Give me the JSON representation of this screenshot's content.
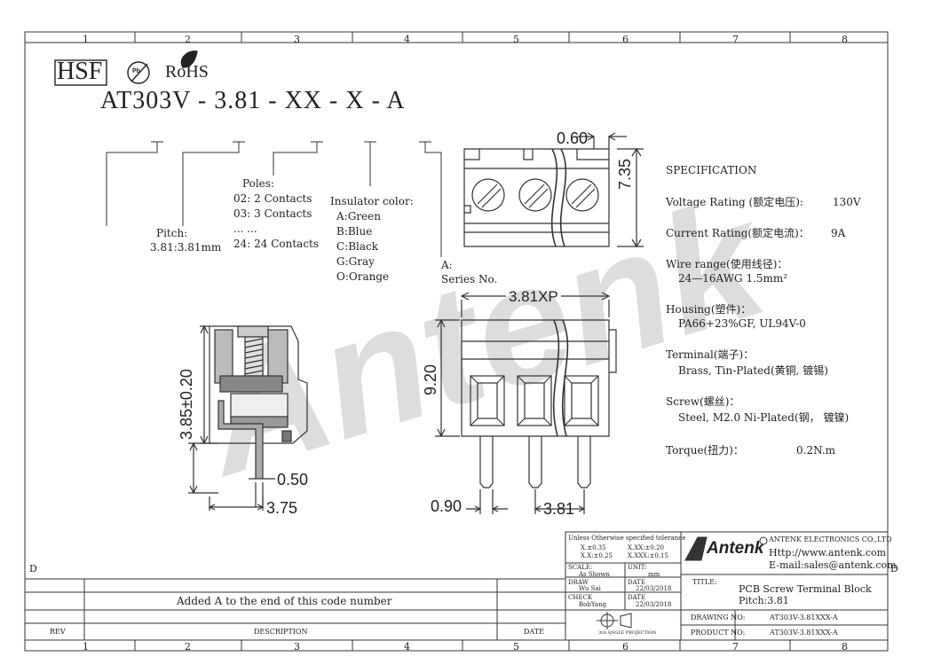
{
  "grid": {
    "columns": [
      "1",
      "2",
      "3",
      "4",
      "5",
      "6",
      "7",
      "8"
    ],
    "row_letter_left": "D",
    "row_letter_right": "D"
  },
  "header": {
    "brand_box": "HSF",
    "rohs": "RoHS",
    "pb_mark": "Pb",
    "part_code": "AT303V - 3.81 - XX - X - A"
  },
  "code_legend": {
    "pitch_title": "Pitch:",
    "pitch_value": "3.81:3.81mm",
    "poles_title": "Poles:",
    "poles": [
      "02: 2 Contacts",
      "03: 3 Contacts",
      "... ...",
      "24: 24 Contacts"
    ],
    "insulator_title": "Insulator color:",
    "insulator": [
      "A:Green",
      "B:Blue",
      "C:Black",
      "G:Gray",
      "O:Orange"
    ],
    "series_title": "A:",
    "series_value": "Series No."
  },
  "dimensions": {
    "top_width": "0.60",
    "top_height": "7.35",
    "pitch_xp": "3.81XP",
    "front_height": "9.20",
    "pin_width": "0.90",
    "pin_pitch": "3.81",
    "side_height": "3.85±0.20",
    "side_pin": "0.50",
    "side_depth": "3.75"
  },
  "watermark": "Antenk",
  "specification": {
    "title": "SPECIFICATION",
    "lines": [
      {
        "label": "Voltage Rating (额定电压):",
        "value": "130V"
      },
      {
        "label": "Current Rating(额定电流)：",
        "value": "9A"
      }
    ],
    "wire_label": "Wire range(使用线径)：",
    "wire_value": "24—16AWG 1.5mm²",
    "housing_label": "Housing(塑件)：",
    "housing_value": "PA66+23%GF, UL94V-0",
    "terminal_label": "Terminal(端子)：",
    "terminal_value": "Brass, Tin-Plated(黄铜, 镀锡)",
    "screw_label": "Screw(螺丝)：",
    "screw_value": "Steel, M2.0 Ni-Plated(钢，  镀镍)",
    "torque_label": "Torque(扭力)：",
    "torque_value": "0.2N.m"
  },
  "revision": {
    "note": "Added A to the end of this code number",
    "rev_label": "REV",
    "desc_label": "DESCRIPTION",
    "date_label": "DATE"
  },
  "title_block": {
    "tolerance_title": "Unless Otherwise specified tolerance",
    "tol": [
      "X.±0.35",
      "X.XX:±0.20",
      "X.X:±0.25",
      "X.XXX:±0.15"
    ],
    "scale_label": "SCALE:",
    "scale_value": "As Shown",
    "unit_label": "UNIT:",
    "unit_value": "mm",
    "draw_label": "DRAW",
    "draw_value": "Wu Sai",
    "date_label": "DATE",
    "draw_date": "22/03/2018",
    "check_label": "CHECK",
    "check_value": "BobYang",
    "check_date": "22/03/2018",
    "projection": "3rd ANGLE PROJECTION",
    "logo_text": "Antenk",
    "company": "ANTENK ELECTRONICS CO.,LTD",
    "web": "Http://www.antenk.com",
    "email": "E-mail:sales@antenk.com",
    "title_label": "TITLE:",
    "title_1": "PCB Screw Terminal Block",
    "title_2": "Pitch:3.81",
    "drawing_no_label": "DRAWING NO:",
    "drawing_no": "AT303V-3.81XXX-A",
    "product_no_label": "PRODUCT NO:",
    "product_no": "AT303V-3.81XXX-A"
  }
}
